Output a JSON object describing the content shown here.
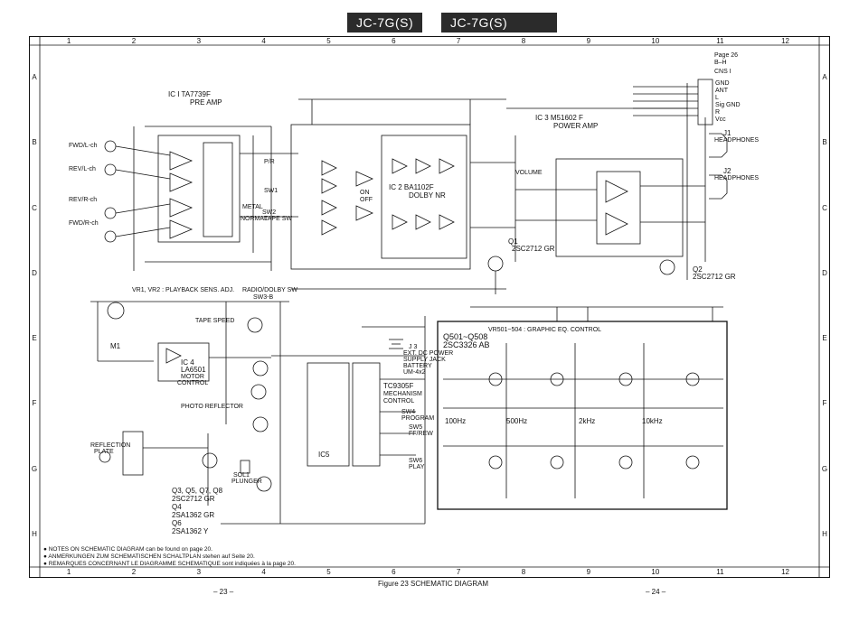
{
  "header": {
    "left": "JC-7G(S)",
    "right": "JC-7G(S)"
  },
  "grid": {
    "cols": [
      "1",
      "2",
      "3",
      "4",
      "5",
      "6",
      "7",
      "8",
      "9",
      "10",
      "11",
      "12"
    ],
    "rows": [
      "A",
      "B",
      "C",
      "D",
      "E",
      "F",
      "G",
      "H"
    ]
  },
  "page_ref": {
    "line1": "Page 26",
    "line2": "B–H",
    "connector": "CNS I"
  },
  "connector_pins": [
    "GND",
    "ANT",
    "L",
    "Sig GND",
    "R",
    "Vcc"
  ],
  "ics": {
    "ic1": {
      "name": "IC I  TA7739F",
      "desc": "PRE AMP"
    },
    "ic2": {
      "name": "IC 2  BA1102F",
      "desc": "DOLBY NR"
    },
    "ic3": {
      "name": "IC 3  M51602 F",
      "desc": "POWER AMP"
    },
    "ic4": {
      "name": "IC 4",
      "part": "LA6501",
      "desc1": "MOTOR",
      "desc2": "CONTROL"
    },
    "ic5": {
      "name": "IC5",
      "part": "TC9305F",
      "desc1": "MECHANISM",
      "desc2": "CONTROL"
    }
  },
  "inputs": [
    "FWD/L-ch",
    "REV/L-ch",
    "REV/R-ch",
    "FWD/R-ch"
  ],
  "outputs": [
    "J1",
    "HEADPHONES",
    "J2",
    "HEADPHONES"
  ],
  "transistors": {
    "q1": {
      "ref": "Q1",
      "part": "2SC2712  GR"
    },
    "q2": {
      "ref": "Q2",
      "part": "2SC2712  GR"
    },
    "eq": {
      "ref": "Q501~Q508",
      "part": "2SC3326  AB"
    },
    "list": [
      "Q3, Q5, Q7, Q8",
      "2SC2712  GR",
      "Q4",
      "2SA1362  GR",
      "Q6",
      "2SA1362  Y"
    ]
  },
  "labels": {
    "volume": "VOLUME",
    "motor": "M1",
    "reflection": "REFLECTION",
    "reflection2": "PLATE",
    "plunger": "SOL1",
    "plunger2": "PLUNGER",
    "ext_dc": "J 3",
    "ext_dc2": "EXT. DC POWER",
    "ext_dc3": "SUPPLY JACK",
    "battery": "BATTERY",
    "battery2": "UM-4x2",
    "sw4": "SW4",
    "sw4b": "PROGRAM",
    "sw5": "SW5",
    "sw5b": "FF/REW",
    "sw6": "SW6",
    "sw6b": "PLAY",
    "playback": "VR1, VR2 : PLAYBACK SENS. ADJ.",
    "radio_dolby": "RADIO/DOLBY SW",
    "sw3": "SW3-B",
    "tape_speed": "TAPE SPEED",
    "photo": "PHOTO REFLECTOR",
    "graphic_eq": "VR501~504 : GRAPHIC EQ. CONTROL",
    "bands": [
      "100Hz",
      "500Hz",
      "2kHz",
      "10kHz"
    ],
    "p_r": "P/R",
    "sw1": "SW1",
    "metal": "METAL",
    "sw2": "SW2",
    "normal": "NORMAL",
    "tape_sw": "TAPE SW",
    "on_off": "ON",
    "on_off2": "OFF"
  },
  "notes": [
    "● NOTES ON SCHEMATIC DIAGRAM can be found on page 20.",
    "● ANMERKUNGEN ZUM SCHEMATISCHEN SCHALTPLAN stehen auf Seite 20.",
    "● REMARQUES CONCERNANT LE DIAGRAMME SCHEMATIQUE sont indiquées à la page 20."
  ],
  "footer": {
    "caption": "Figure 23  SCHEMATIC  DIAGRAM",
    "page_left": "– 23 –",
    "page_right": "– 24 –"
  }
}
